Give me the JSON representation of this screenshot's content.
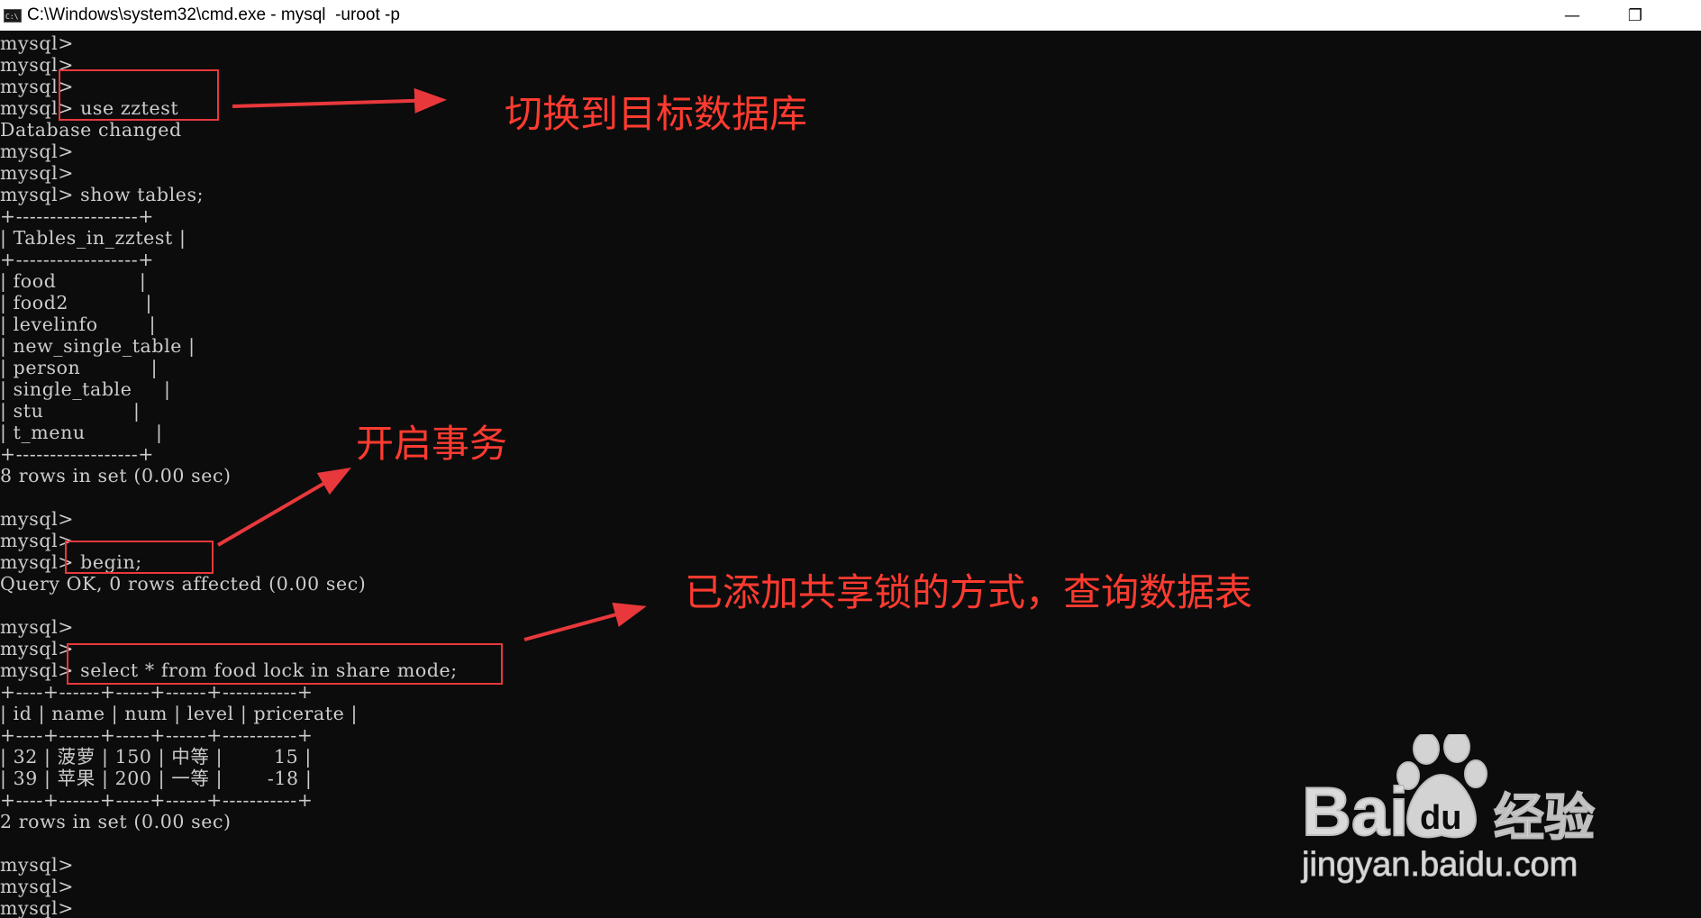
{
  "window": {
    "title": "C:\\Windows\\system32\\cmd.exe - mysql  -uroot -p",
    "icon_label": "C:\\",
    "minimize_glyph": "—",
    "restore_glyph": "❐"
  },
  "console": {
    "lines": [
      "mysql>",
      "mysql>",
      "mysql>",
      "mysql> use zztest",
      "Database changed",
      "mysql>",
      "mysql>",
      "mysql> show tables;",
      "+------------------+",
      "| Tables_in_zztest |",
      "+------------------+",
      "| food             |",
      "| food2            |",
      "| levelinfo        |",
      "| new_single_table |",
      "| person           |",
      "| single_table     |",
      "| stu              |",
      "| t_menu           |",
      "+------------------+",
      "8 rows in set (0.00 sec)",
      "",
      "mysql>",
      "mysql>",
      "mysql> begin;",
      "Query OK, 0 rows affected (0.00 sec)",
      "",
      "mysql>",
      "mysql>",
      "mysql> select * from food lock in share mode;",
      "+----+------+-----+------+-----------+",
      "| id | name | num | level | pricerate |",
      "+----+------+-----+------+-----------+",
      "| 32 | 菠萝 | 150 | 中等 |        15 |",
      "| 39 | 苹果 | 200 | 一等 |       -18 |",
      "+----+------+-----+------+-----------+",
      "2 rows in set (0.00 sec)",
      "",
      "mysql>",
      "mysql>",
      "mysql>"
    ]
  },
  "annotations": {
    "switch_db": "切换到目标数据库",
    "begin_tx": "开启事务",
    "share_lock_query": "已添加共享锁的方式，查询数据表",
    "color": "#ff3b30"
  },
  "watermark": {
    "brand": "Bai",
    "brand_du": "du",
    "brand_cn": "经验",
    "url": "jingyan.baidu.com"
  }
}
